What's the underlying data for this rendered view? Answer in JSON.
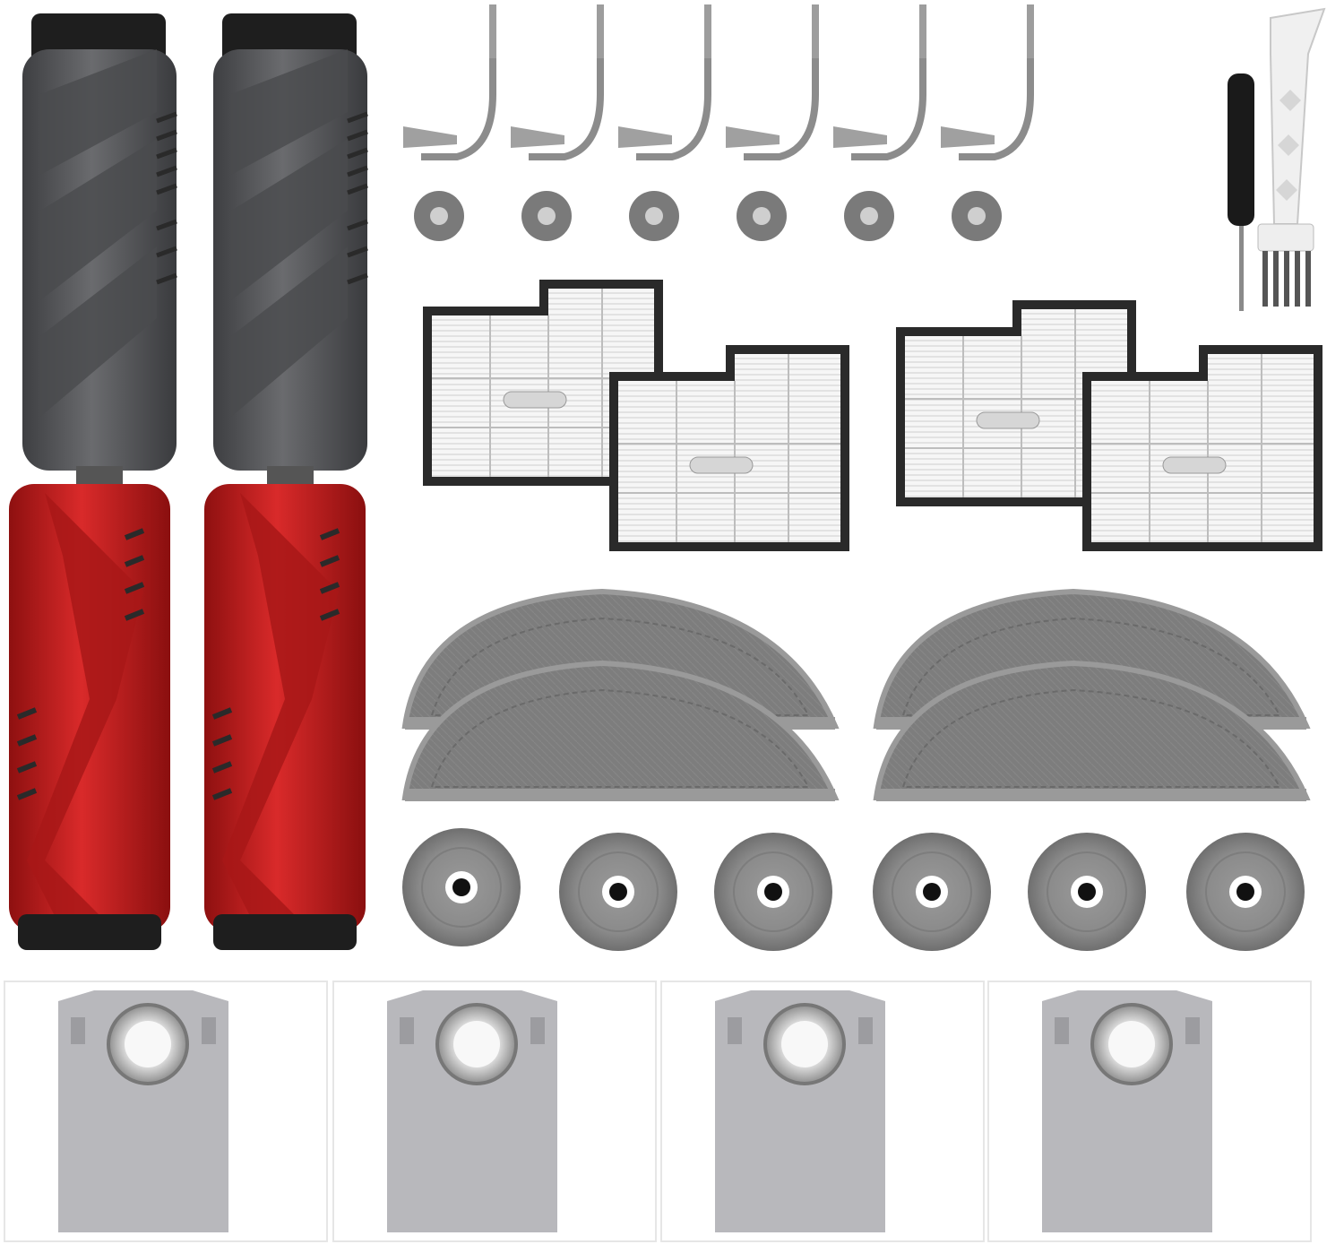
{
  "image": {
    "kind": "product photo",
    "background": "#ffffff"
  },
  "colors": {
    "roller_gray": "#5a5b5e",
    "roller_gray_dark": "#3e3f42",
    "roller_red": "#c81e1e",
    "roller_red_dark": "#8e1010",
    "bristle_black": "#1e1e1e",
    "side_brush_gray": "#8c8c8c",
    "filter_frame": "#2a2a2a",
    "filter_pleat": "#f4f4f4",
    "mop_gray": "#7a7a7a",
    "bag_gray": "#b8b8bc"
  },
  "parts": {
    "main_brushes_gray": 2,
    "main_brushes_red": 2,
    "side_brushes": 6,
    "hepa_filters": 4,
    "mop_pads_half_moon": 4,
    "round_mop_pads": 6,
    "dust_bags": 4,
    "screwdriver": 1,
    "cleaning_tool": 1
  },
  "icons": [
    "main-brush-icon",
    "side-brush-icon",
    "filter-icon",
    "mop-pad-icon",
    "round-mop-icon",
    "dust-bag-icon",
    "screwdriver-icon",
    "cleaning-tool-icon"
  ]
}
